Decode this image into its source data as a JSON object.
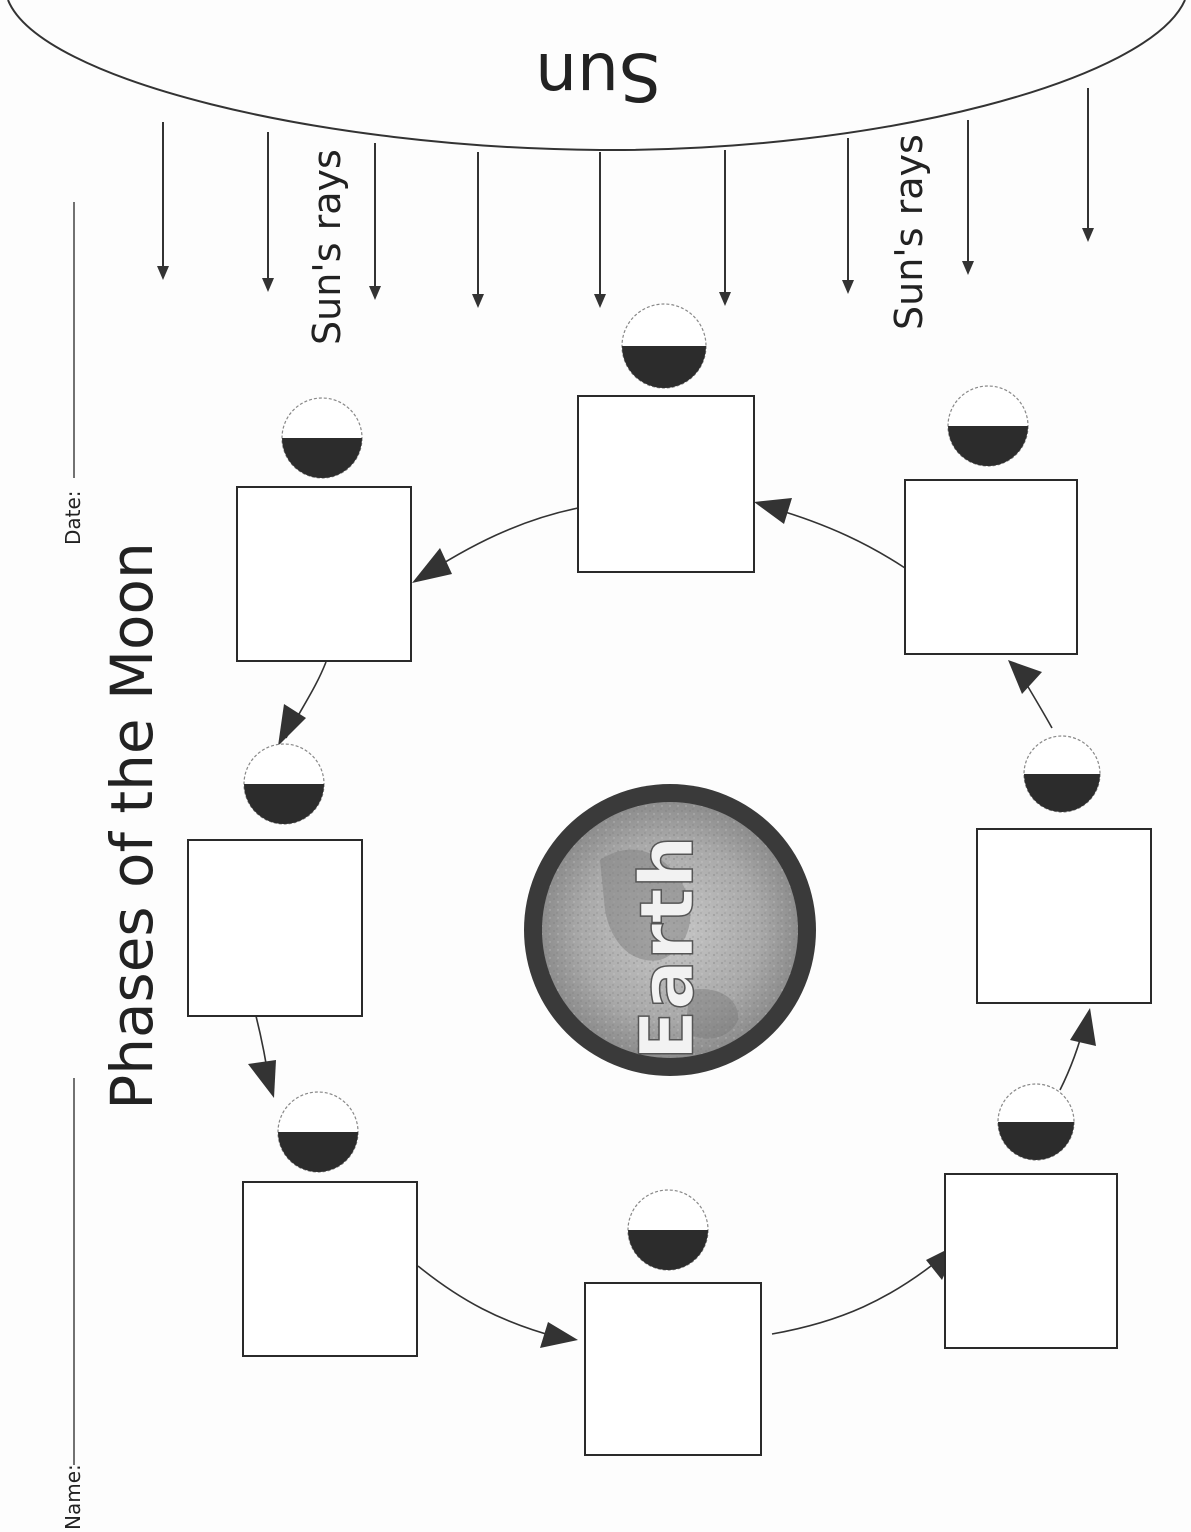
{
  "worksheet": {
    "title": "Phases of the Moon",
    "name_label": "Name:",
    "date_label": "Date:"
  },
  "sun": {
    "label": "Sun",
    "rays_label_1": "Sun's rays",
    "rays_label_2": "Sun's rays"
  },
  "earth": {
    "label": "Earth"
  },
  "colors": {
    "ink": "#2c2c2c",
    "earth_ring": "#3a3a3a",
    "earth_fill": "#9a9a9a"
  },
  "icons": {
    "moon": "moon-phase-icon",
    "arrow": "orbit-arrow-icon"
  }
}
